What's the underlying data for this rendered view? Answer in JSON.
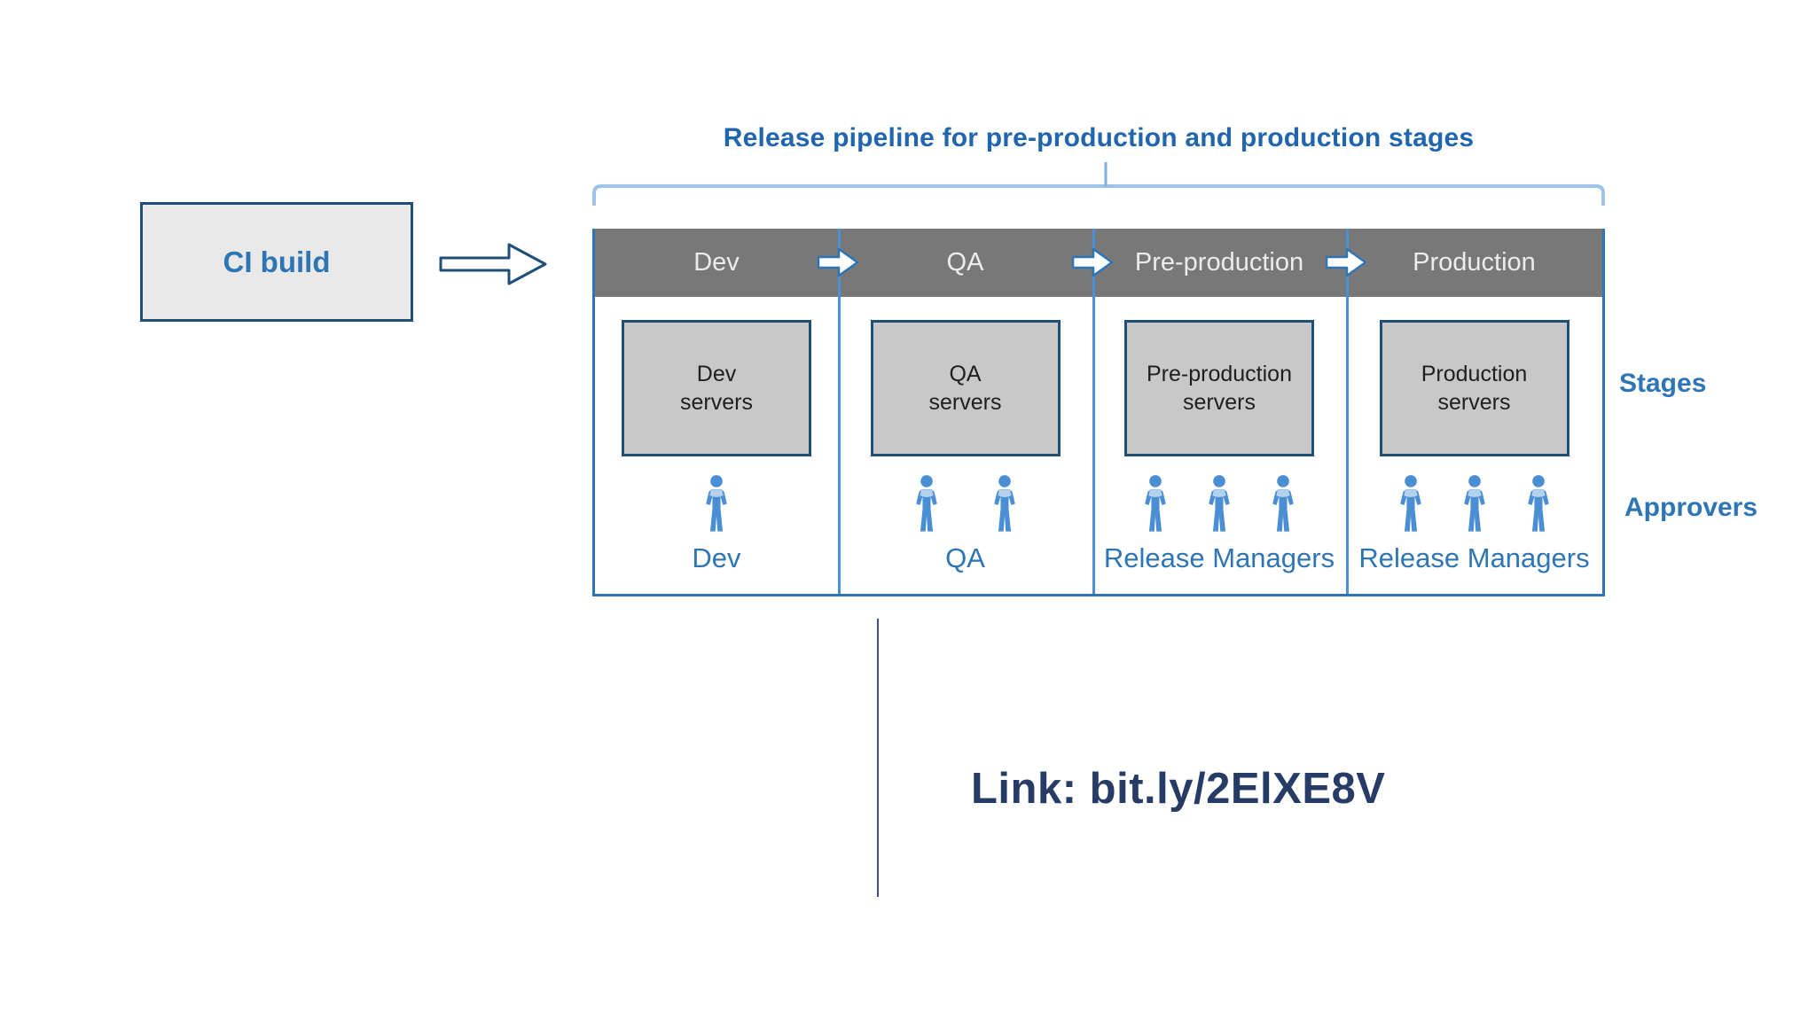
{
  "title": "Release pipeline for pre-production and production stages",
  "ci_build": {
    "label": "CI build"
  },
  "pipeline": {
    "stages": [
      {
        "name": "Dev",
        "servers_line1": "Dev",
        "servers_line2": "servers",
        "approver_label": "Dev",
        "approver_count": 1
      },
      {
        "name": "QA",
        "servers_line1": "QA",
        "servers_line2": "servers",
        "approver_label": "QA",
        "approver_count": 2
      },
      {
        "name": "Pre-production",
        "servers_line1": "Pre-production",
        "servers_line2": "servers",
        "approver_label": "Release Managers",
        "approver_count": 3
      },
      {
        "name": "Production",
        "servers_line1": "Production",
        "servers_line2": "servers",
        "approver_label": "Release Managers",
        "approver_count": 3
      }
    ]
  },
  "side_labels": {
    "stages": "Stages",
    "approvers": "Approvers"
  },
  "footer": {
    "link_label": "Link: bit.ly/2ElXE8V"
  },
  "colors": {
    "title_blue": "#2065ae",
    "accent_blue": "#2e75b6",
    "dark_border_blue": "#1f4e79",
    "divider_blue": "#4a90d9",
    "bracket_blue": "#9dc3e6",
    "header_gray": "#787878",
    "server_box_gray": "#c8c8c8",
    "ci_box_gray": "#e9e9e9",
    "person_blue": "#4a8fd3",
    "person_collar_blue": "#b9d5ef",
    "link_navy": "#263c66"
  }
}
